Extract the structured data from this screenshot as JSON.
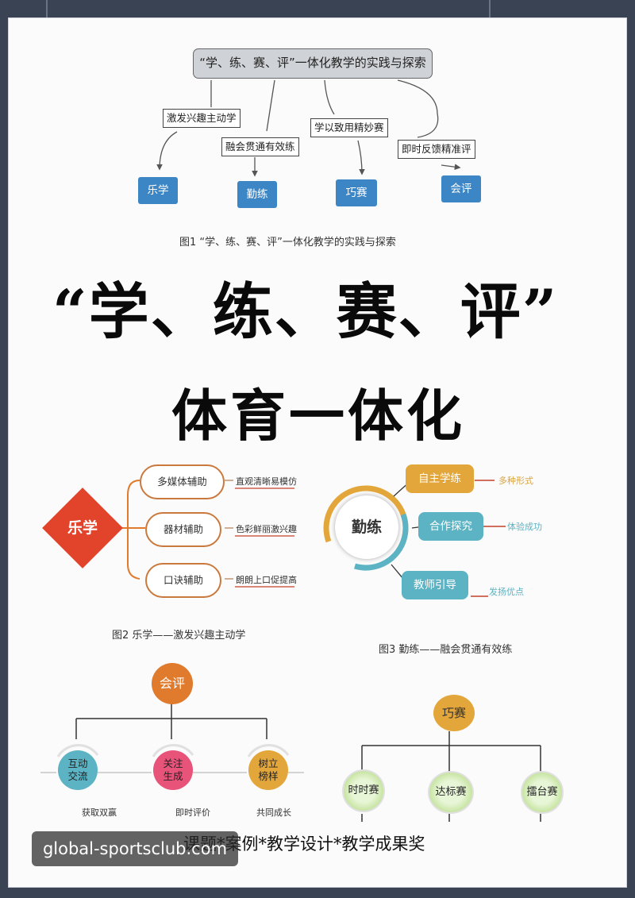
{
  "fig1": {
    "title": "“学、练、赛、评”一体化教学的实践与探索",
    "labels": [
      "激发兴趣主动学",
      "融会贯通有效练",
      "学以致用精妙赛",
      "即时反馈精准评"
    ],
    "boxes": [
      "乐学",
      "勤练",
      "巧赛",
      "会评"
    ],
    "caption": "图1 “学、练、赛、评”一体化教学的实践与探索"
  },
  "headline": {
    "line1": "“学、练、赛、评”",
    "line2": "体育一体化"
  },
  "fig2": {
    "center": "乐学",
    "items": [
      {
        "label": "多媒体辅助",
        "note": "直观清晰易模仿"
      },
      {
        "label": "器材辅助",
        "note": "色彩鲜丽激兴趣"
      },
      {
        "label": "口诀辅助",
        "note": "朗朗上口促提高"
      }
    ],
    "caption": "图2 乐学——激发兴趣主动学"
  },
  "fig3": {
    "center": "勤练",
    "items": [
      {
        "label": "自主学练",
        "note": "多种形式"
      },
      {
        "label": "合作探究",
        "note": "体验成功"
      },
      {
        "label": "教师引导",
        "note": "发扬优点"
      }
    ],
    "caption": "图3 勤练——融会贯通有效练"
  },
  "fig4": {
    "top": "会评",
    "items": [
      {
        "label": "互动交流",
        "note": "获取双赢"
      },
      {
        "label": "关注生成",
        "note": "即时评价"
      },
      {
        "label": "树立榜样",
        "note": "共同成长"
      }
    ]
  },
  "fig5": {
    "top": "巧赛",
    "items": [
      "时时赛",
      "达标赛",
      "擂台赛"
    ]
  },
  "footer": "课题*案例*教学设计*教学成果奖",
  "watermark": "global-sportsclub.com",
  "colors": {
    "blue": "#3d86c6",
    "orange": "#e07a2c",
    "teal": "#5cb3c4",
    "gold": "#e3a63a"
  }
}
